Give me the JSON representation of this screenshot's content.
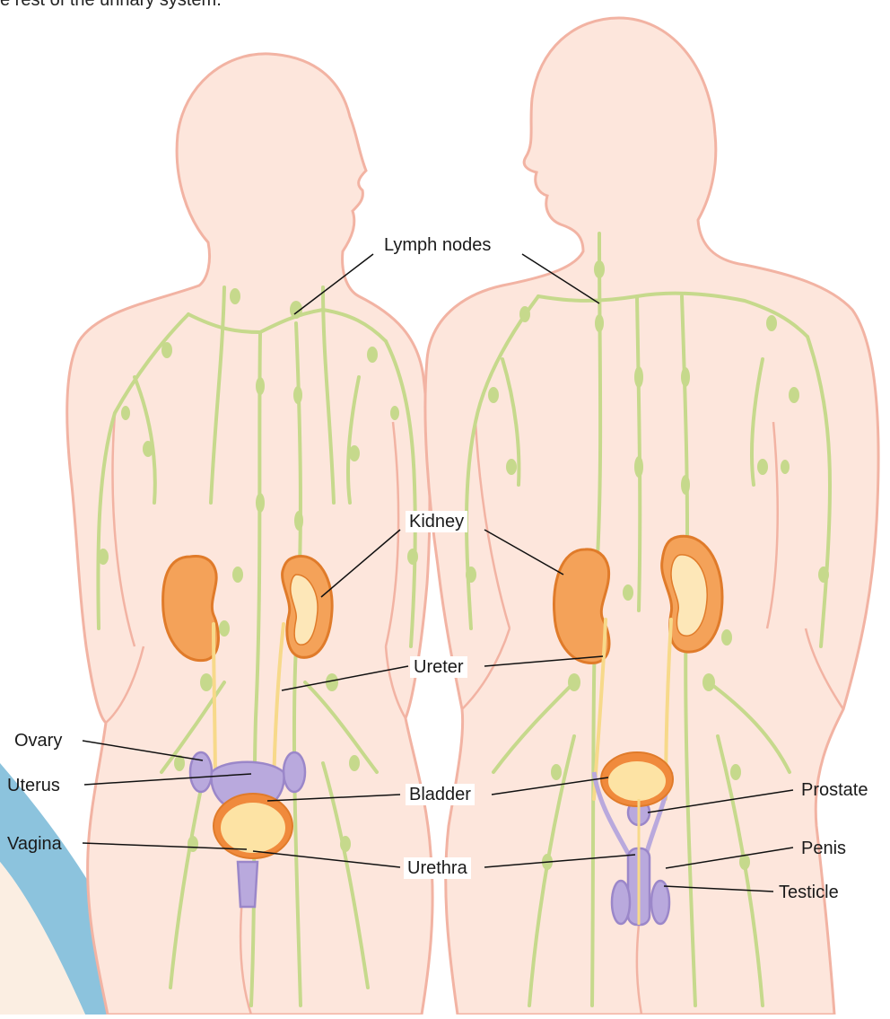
{
  "header": {
    "text": "e rest of the urinary system."
  },
  "labels": {
    "lymph_nodes": "Lymph nodes",
    "kidney": "Kidney",
    "ureter": "Ureter",
    "bladder": "Bladder",
    "urethra": "Urethra",
    "ovary": "Ovary",
    "uterus": "Uterus",
    "vagina": "Vagina",
    "prostate": "Prostate",
    "penis": "Penis",
    "testicle": "Testicle"
  },
  "colors": {
    "skin_fill": "#fde6dc",
    "skin_outline": "#f2b3a3",
    "lymph": "#c6d98c",
    "kidney": "#f4a259",
    "kidney_outline": "#e07b2a",
    "kidney_inner": "#fde7b8",
    "ureter": "#f7d98a",
    "bladder_outer": "#f08a3c",
    "bladder_inner": "#fde3a4",
    "reproductive": "#b9a9dd",
    "reproductive_outline": "#9b87c9",
    "leader_line": "#111111",
    "decor_band": "#8cc3dd"
  }
}
